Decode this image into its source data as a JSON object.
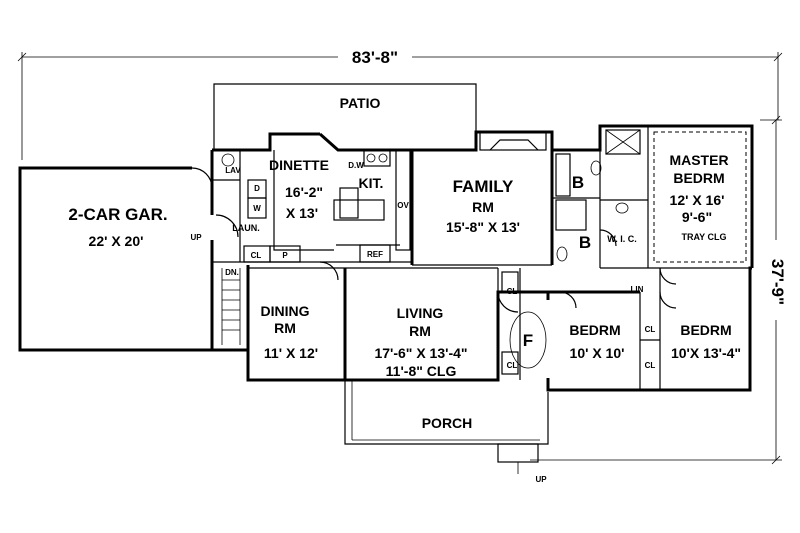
{
  "dimensions": {
    "overall_width": "83'-8\"",
    "overall_depth": "37'-9\""
  },
  "rooms": {
    "patio": {
      "name": "PATIO"
    },
    "garage": {
      "name": "2-CAR GAR.",
      "size": "22' X 20'"
    },
    "dinette": {
      "name": "DINETTE"
    },
    "kitchen": {
      "name": "KIT.",
      "size_line1": "16'-2\"",
      "size_line2": "X 13'"
    },
    "family": {
      "name_line1": "FAMILY",
      "name_line2": "RM",
      "size": "15'-8\" X 13'"
    },
    "master": {
      "name_line1": "MASTER",
      "name_line2": "BEDRM",
      "size": "12' X 16'",
      "ceiling_line1": "9'-6\"",
      "ceiling_line2": "TRAY CLG"
    },
    "dining": {
      "name_line1": "DINING",
      "name_line2": "RM",
      "size": "11' X 12'"
    },
    "living": {
      "name_line1": "LIVING",
      "name_line2": "RM",
      "size": "17'-6\" X 13'-4\"",
      "ceiling": "11'-8\" CLG"
    },
    "bedroom2": {
      "name": "BEDRM",
      "size": "10' X 10'"
    },
    "bedroom3": {
      "name": "BEDRM",
      "size": "10'X 13'-4\""
    },
    "porch": {
      "name": "PORCH"
    },
    "laundry": {
      "name": "LAUN."
    },
    "bath1": {
      "name": "B"
    },
    "bath2": {
      "name": "B"
    },
    "wic": {
      "name": "W. I. C."
    },
    "foyer": {
      "name": "F"
    }
  },
  "labels": {
    "lav": "LAV",
    "dw": "D.W",
    "ov": "OV",
    "ref": "REF",
    "dryer": "D",
    "washer": "W",
    "cl_laundry": "CL",
    "pantry": "P",
    "up_garage": "UP",
    "dn_stair": "DN.",
    "cl_foyer_top": "CL",
    "cl_foyer_bottom": "CL",
    "lin": "LIN",
    "cl_bed_a": "CL",
    "cl_bed_b": "CL",
    "up_porch": "UP"
  }
}
